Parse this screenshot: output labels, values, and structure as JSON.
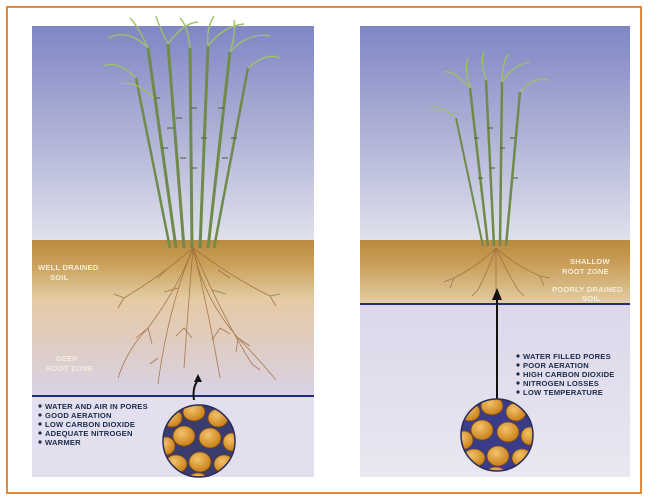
{
  "left_panel": {
    "soil_label_1": "WELL DRAINED",
    "soil_label_2": "SOIL",
    "root_label_1": "DEEP",
    "root_label_2": "ROOT ZONE",
    "conditions": [
      "WATER AND AIR IN PORES",
      "GOOD AERATION",
      "LOW CARBON DIOXIDE",
      "ADEQUATE NITROGEN",
      "WARMER"
    ]
  },
  "right_panel": {
    "root_label_1": "SHALLOW",
    "root_label_2": "ROOT ZONE",
    "soil_label_1": "POORLY DRAINED",
    "soil_label_2": "SOIL",
    "conditions": [
      "WATER FILLED PORES",
      "POOR AERATION",
      "HIGH CARBON DIOXIDE",
      "NITROGEN LOSSES",
      "LOW TEMPERATURE"
    ]
  },
  "colors": {
    "frame": "#e08a3c",
    "sky_top": "#7f86c4",
    "sky_bottom": "#dfe1ec",
    "topsoil": "#c7994e",
    "subsoil": "#dcd2e3",
    "water_table": "#1e2f7a",
    "soil_particle": "#d9941e",
    "roots": "#9a6a3a",
    "stalk": "#6f8a4a"
  }
}
